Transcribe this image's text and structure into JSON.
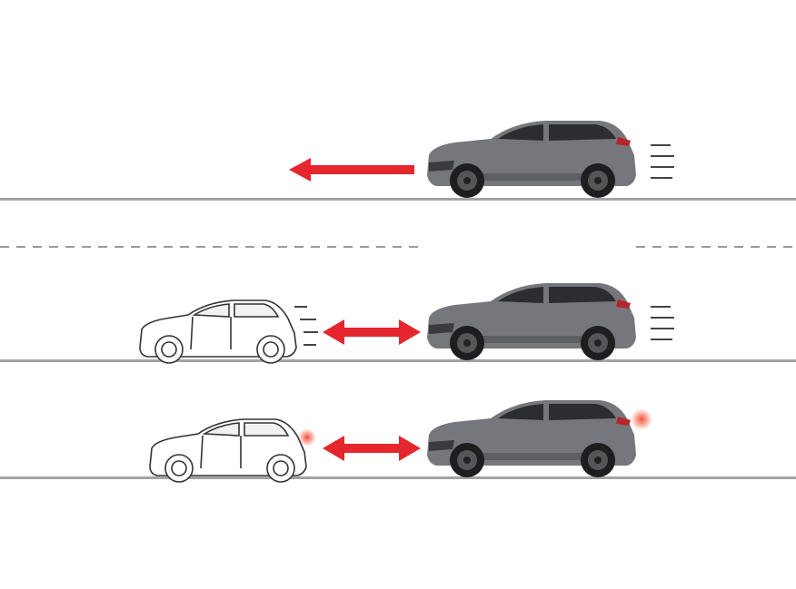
{
  "colors": {
    "background": "#ffffff",
    "road_line": "#a3a3a3",
    "lane_dash": "#9a9a9a",
    "arrow": "#e5262d",
    "ego_car_body": "#76777c",
    "lead_car_body": "#ffffff",
    "brake_light": "#f0553a"
  },
  "scenes": [
    {
      "ego_car": "grey-suv",
      "lead_car": null,
      "arrow": "left-arrow",
      "motion": "speed-lines"
    },
    {
      "ego_car": "grey-suv",
      "lead_car": "white-suv",
      "arrow": "double-arrow",
      "motion": "speed-lines"
    },
    {
      "ego_car": "grey-suv",
      "lead_car": "white-suv",
      "arrow": "double-arrow",
      "motion": "brake-lights"
    }
  ]
}
